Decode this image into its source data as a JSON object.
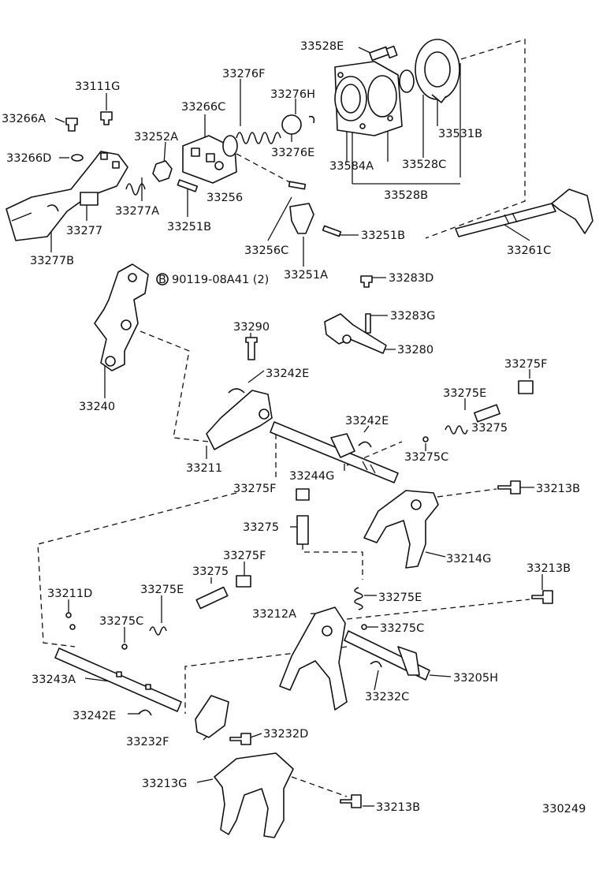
{
  "diagram": {
    "code": "330249",
    "labels": {
      "p33528E": "33528E",
      "p33111G": "33111G",
      "p33276F": "33276F",
      "p33276H": "33276H",
      "p33266A": "33266A",
      "p33266C": "33266C",
      "p33252A": "33252A",
      "p33266D": "33266D",
      "p33276E": "33276E",
      "p33531B": "33531B",
      "p33584A": "33584A",
      "p33528C": "33528C",
      "p33528B": "33528B",
      "p33256": "33256",
      "p33277A": "33277A",
      "p33277": "33277",
      "p33251B_a": "33251B",
      "p33251B_b": "33251B",
      "p33277B": "33277B",
      "p33256C": "33256C",
      "p33251A": "33251A",
      "p33261C": "33261C",
      "p90119": "90119-08A41 (2)",
      "p90119_mark": "B",
      "p33283D": "33283D",
      "p33290": "33290",
      "p33283G": "33283G",
      "p33280": "33280",
      "p33242E_a": "33242E",
      "p33275F_a": "33275F",
      "p33240": "33240",
      "p33275E_a": "33275E",
      "p33242E_b": "33242E",
      "p33275": "33275",
      "p33275C_a": "33275C",
      "p33211": "33211",
      "p33244G": "33244G",
      "p33275F_b": "33275F",
      "p33213B_a": "33213B",
      "p33275_b": "33275",
      "p33214G": "33214G",
      "p33275F_c": "33275F",
      "p33213B_b": "33213B",
      "p33211D": "33211D",
      "p33275_c": "33275",
      "p33275E_b": "33275E",
      "p33275E_c": "33275E",
      "p33275C_b": "33275C",
      "p33212A": "33212A",
      "p33275C_c": "33275C",
      "p33243A": "33243A",
      "p33205H": "33205H",
      "p33232C": "33232C",
      "p33242E_c": "33242E",
      "p33232F": "33232F",
      "p33232D": "33232D",
      "p33213G": "33213G",
      "p33213B_c": "33213B"
    }
  }
}
